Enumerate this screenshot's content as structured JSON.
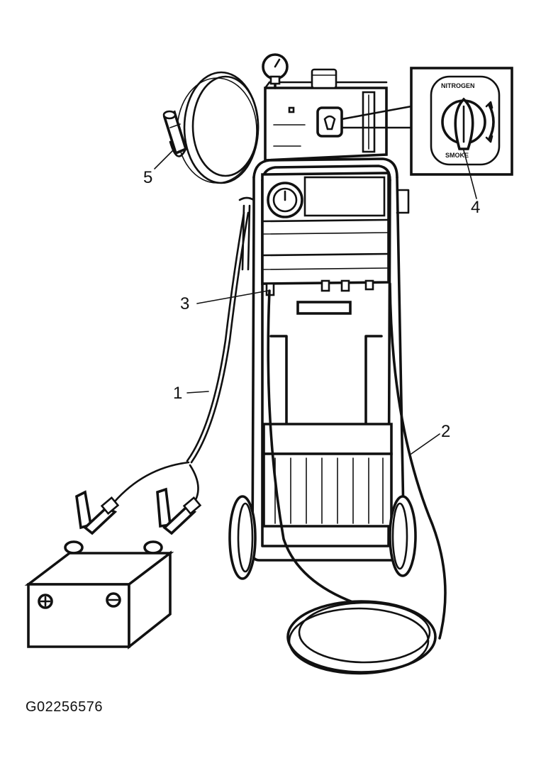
{
  "figure_id": "G02256576",
  "callouts": [
    {
      "number": "1",
      "target": "battery cable"
    },
    {
      "number": "2",
      "target": "smoke supply hose"
    },
    {
      "number": "3",
      "target": "hose connector"
    },
    {
      "number": "4",
      "target": "nitrogen / smoke selector knob"
    },
    {
      "number": "5",
      "target": "smoke nozzle"
    }
  ],
  "selector_labels": {
    "top": "NITROGEN",
    "bottom": "SMOKE"
  },
  "battery_terminals": {
    "positive": "⊕",
    "negative": "⊖"
  }
}
